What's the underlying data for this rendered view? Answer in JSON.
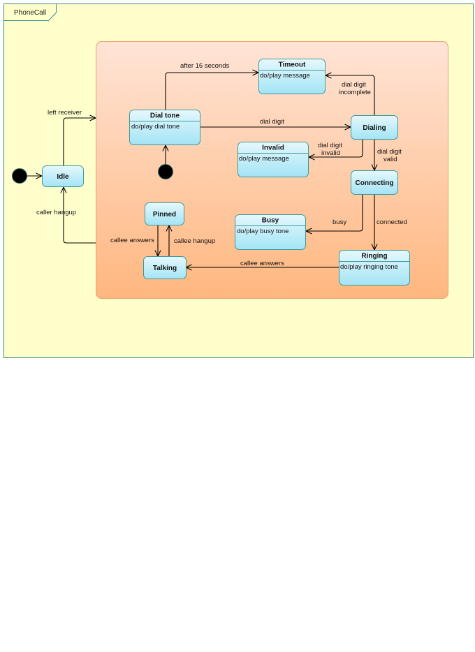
{
  "diagram": {
    "frame_title": "PhoneCall",
    "colors": {
      "frame_fill": "#ffffcc",
      "frame_stroke": "#3f8c8c",
      "composite_top": "#ffe4d6",
      "composite_bottom": "#ffb77f",
      "composite_stroke": "#e8a070",
      "state_top": "#e3f7fc",
      "state_bottom": "#a6e6f6",
      "state_stroke": "#3a9a9a",
      "initial_fill": "#000000"
    },
    "states": {
      "idle": {
        "name": "Idle"
      },
      "dial_tone": {
        "name": "Dial tone",
        "activity": "do/play dial tone"
      },
      "timeout": {
        "name": "Timeout",
        "activity": "do/play message"
      },
      "dialing": {
        "name": "Dialing"
      },
      "invalid": {
        "name": "Invalid",
        "activity": "do/play message"
      },
      "connecting": {
        "name": "Connecting"
      },
      "busy": {
        "name": "Busy",
        "activity": "do/play busy tone"
      },
      "ringing": {
        "name": "Ringing",
        "activity": "do/play ringing tone"
      },
      "pinned": {
        "name": "Pinned"
      },
      "talking": {
        "name": "Talking"
      }
    },
    "transitions": {
      "left_receiver": "left receiver",
      "caller_hangup": "caller hangup",
      "after_16_seconds": "after 16 seconds",
      "dial_digit": "dial digit",
      "dial_digit_incomplete_1": "dial digit",
      "dial_digit_incomplete_2": "incomplete",
      "dial_digit_invalid_1": "dial digit",
      "dial_digit_invalid_2": "invalid",
      "dial_digit_valid_1": "dial digit",
      "dial_digit_valid_2": "valid",
      "busy": "busy",
      "connected": "connected",
      "callee_answers_ringing": "callee answers",
      "callee_answers_pinned": "callee answers",
      "callee_hangup": "callee hangup"
    }
  }
}
